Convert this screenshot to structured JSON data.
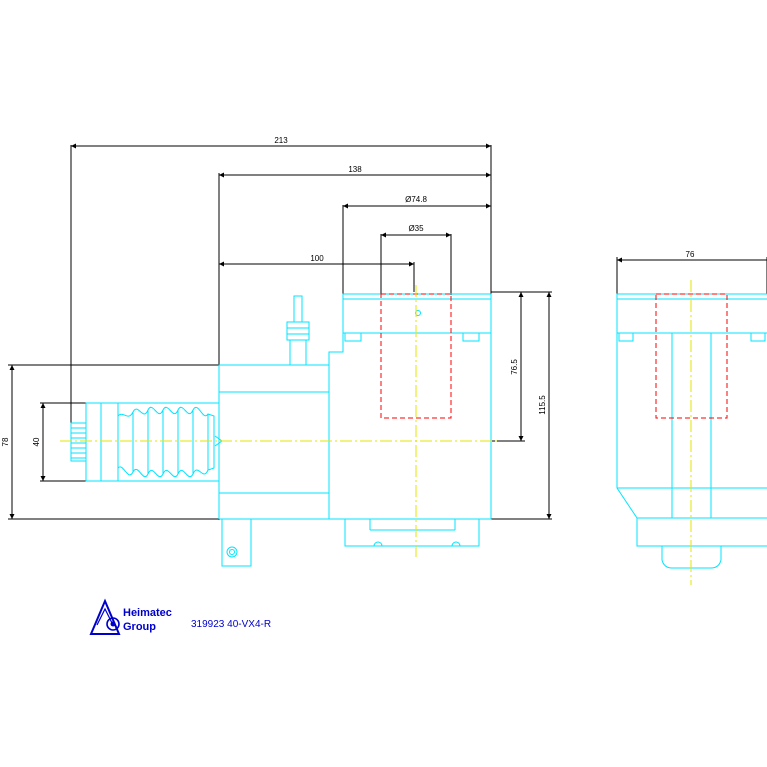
{
  "dimensions": {
    "overall_length": "213",
    "length_from_face": "138",
    "flange_diameter": "Ø74.8",
    "bore_diameter": "Ø35",
    "face_to_axis": "100",
    "axis_height": "76.5",
    "total_height": "115.5",
    "shank_height": "78",
    "shank_diameter": "40",
    "side_width": "76"
  },
  "title_block": {
    "company": "Heimatec Group",
    "part_number": "319923 40-VX4-R"
  },
  "colors": {
    "part_outline": "#00e5ff",
    "hidden_lines": "#ff0000",
    "center_lines": "#e6e600",
    "dimension_lines": "#000000",
    "logo": "#0000cc"
  }
}
